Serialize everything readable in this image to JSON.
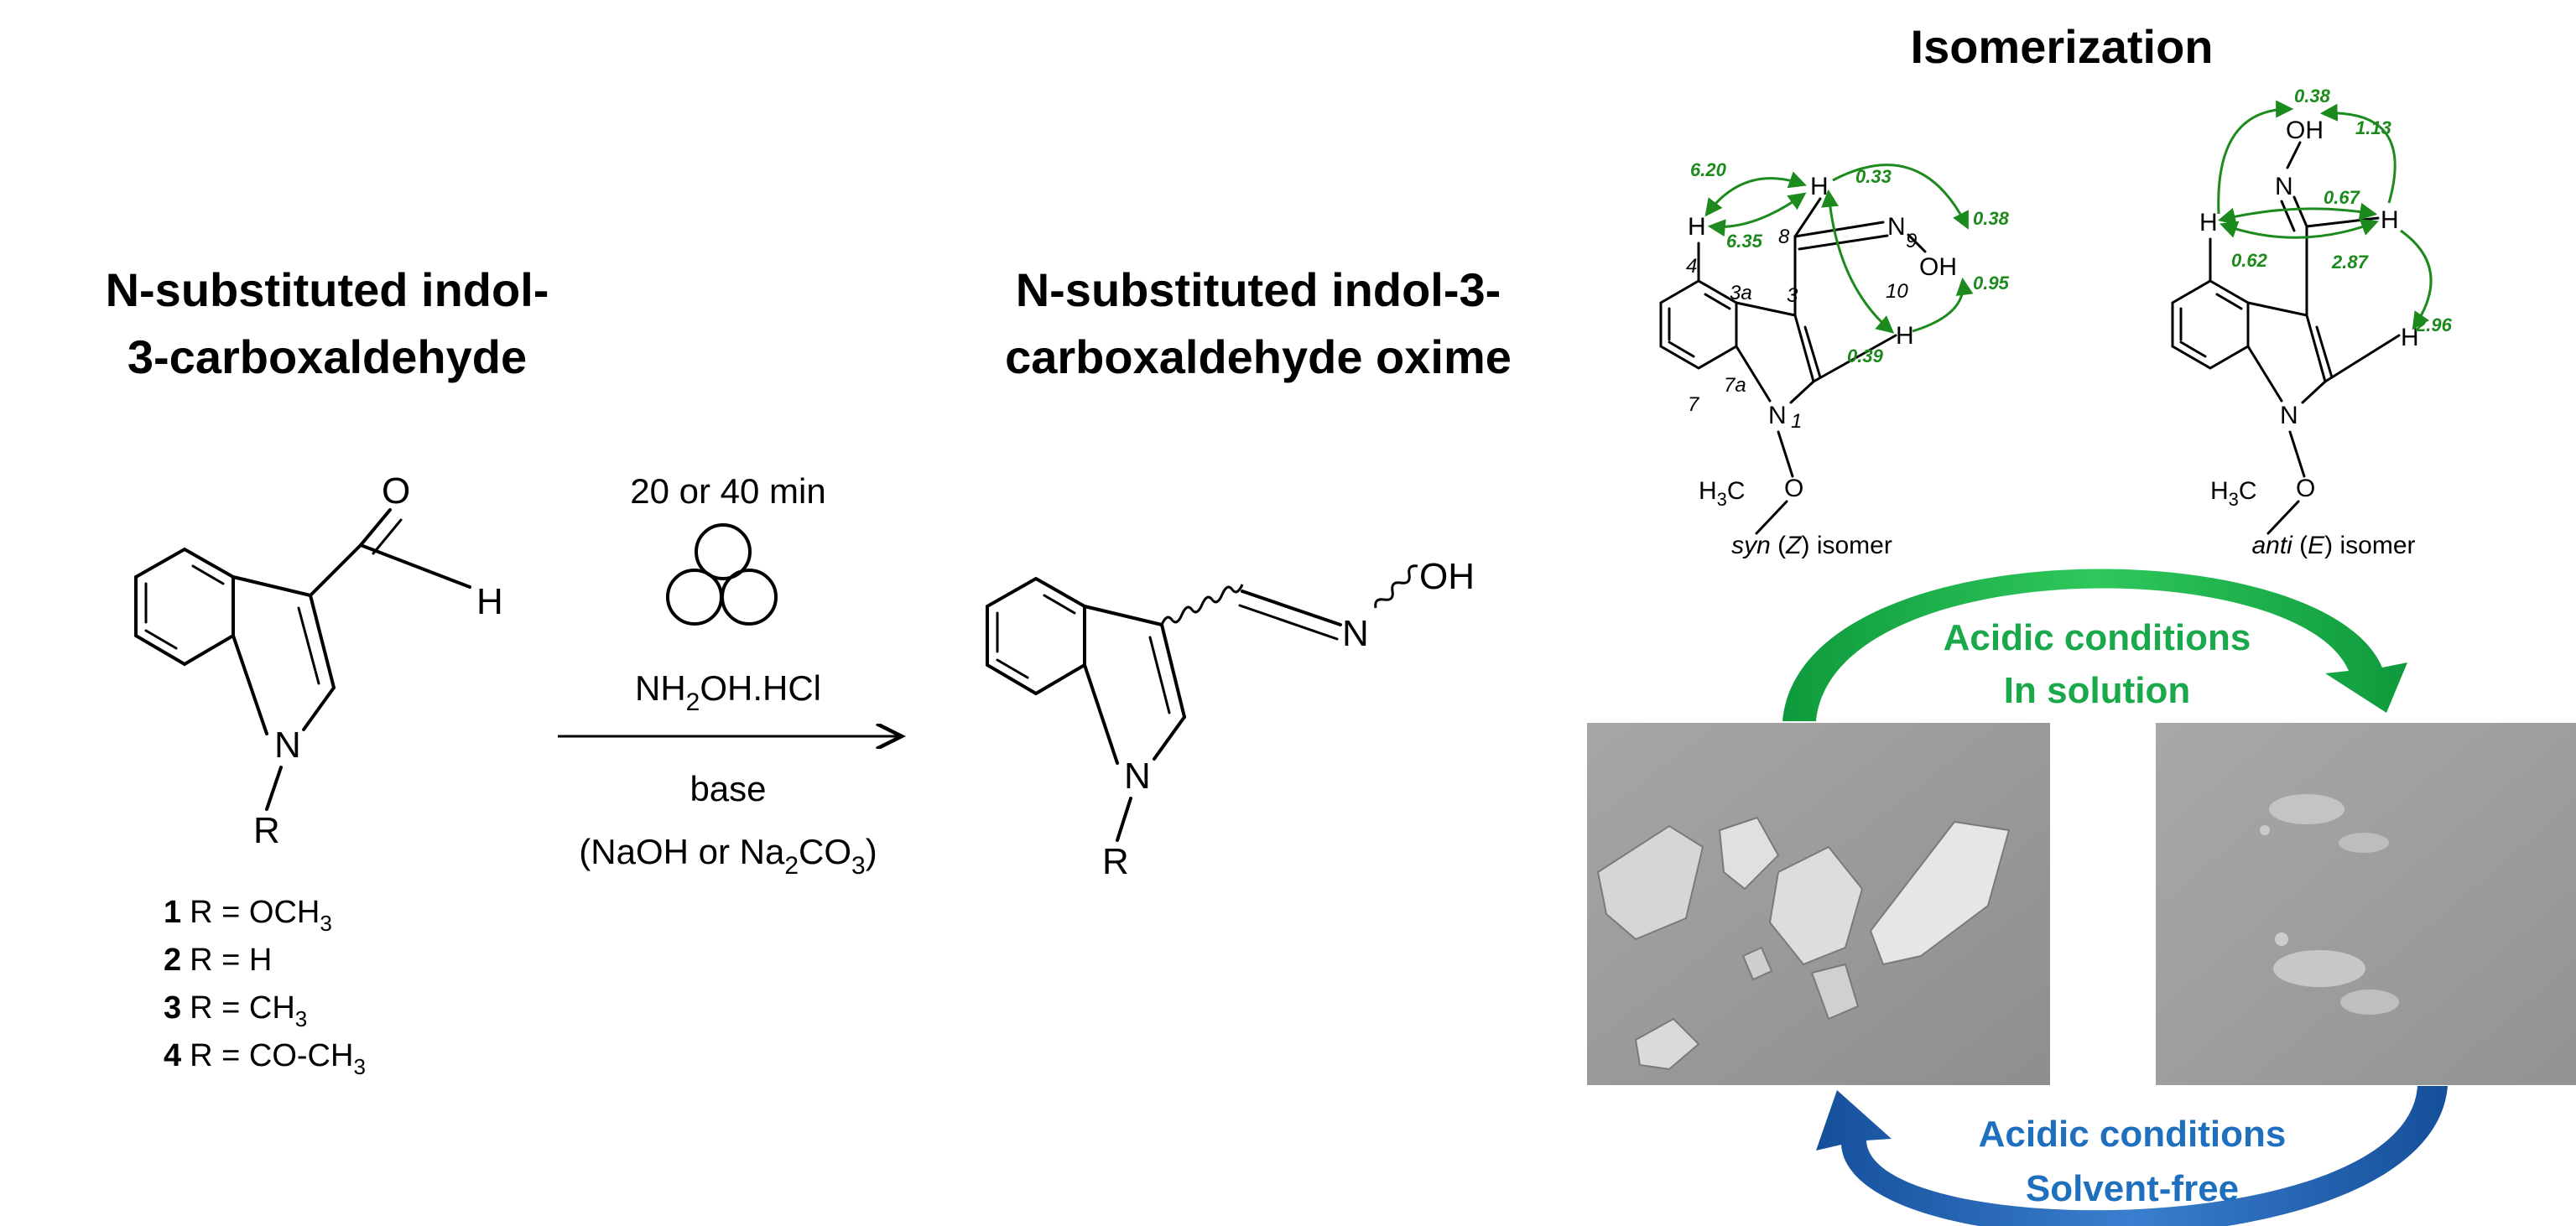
{
  "headings": {
    "reactant": [
      "N-substituted indol-",
      "3-carboxaldehyde"
    ],
    "product": [
      "N-substituted indol-3-",
      "carboxaldehyde oxime"
    ],
    "isomerization": "Isomerization"
  },
  "reactant_atoms": {
    "oxygen": "O",
    "hydrogen": "H",
    "nitrogen": "N",
    "r_group": "R"
  },
  "r_list": [
    {
      "number": "1",
      "text": "R  = OCH",
      "sub": "3",
      "after": ""
    },
    {
      "number": "2",
      "text": "R = H",
      "sub": "",
      "after": ""
    },
    {
      "number": "3",
      "text": "R = CH",
      "sub": "3",
      "after": ""
    },
    {
      "number": "4",
      "text": "R = CO-CH",
      "sub": "3",
      "after": ""
    }
  ],
  "conditions": {
    "time": "20 or 40 min",
    "reagent_pre": "NH",
    "reagent_sub": "2",
    "reagent_post": "OH.HCl",
    "base": "base",
    "base_detail_pre": "(NaOH or Na",
    "base_detail_sub1": "2",
    "base_detail_mid": "CO",
    "base_detail_sub2": "3",
    "base_detail_post": ")"
  },
  "product_atoms": {
    "oh": "OH",
    "nitrogen": "N",
    "r_group": "R"
  },
  "syn_isomer": {
    "label_italic": "syn",
    "label_config": "Z",
    "label_rest": " isomer",
    "atoms": {
      "h4": "H",
      "h8": "H",
      "n9": "N",
      "oh": "OH",
      "h2": "H",
      "n1": "N",
      "o": "O",
      "ch3": "H",
      "ch3_sub": "3",
      "ch3_tail": "C"
    },
    "numbering": [
      "4",
      "3a",
      "3",
      "8",
      "9",
      "10",
      "7a",
      "1",
      "7"
    ],
    "noe_values": [
      "6.20",
      "0.33",
      "6.35",
      "0.38",
      "0.95",
      "0.39"
    ]
  },
  "anti_isomer": {
    "label_italic": "anti",
    "label_config": "E",
    "label_rest": " isomer",
    "atoms": {
      "oh": "OH",
      "n": "N",
      "h4": "H",
      "h8": "H",
      "h2": "H",
      "n1": "N",
      "o": "O",
      "ch3": "H",
      "ch3_sub": "3",
      "ch3_tail": "C"
    },
    "noe_values": [
      "0.38",
      "1.13",
      "0.67",
      "0.62",
      "2.87",
      "2.96"
    ]
  },
  "cycle": {
    "top_line1": "Acidic conditions",
    "top_line2": "In solution",
    "bottom_line1": "Acidic conditions",
    "bottom_line2": "Solvent-free"
  },
  "colors": {
    "noe_green": "#1c8a1c",
    "arrow_green": "#1aa64a",
    "text_green": "#19a84a",
    "arrow_blue": "#1f5fae",
    "text_blue": "#1f6fbf",
    "photo_gray": "#9a9a9a"
  }
}
